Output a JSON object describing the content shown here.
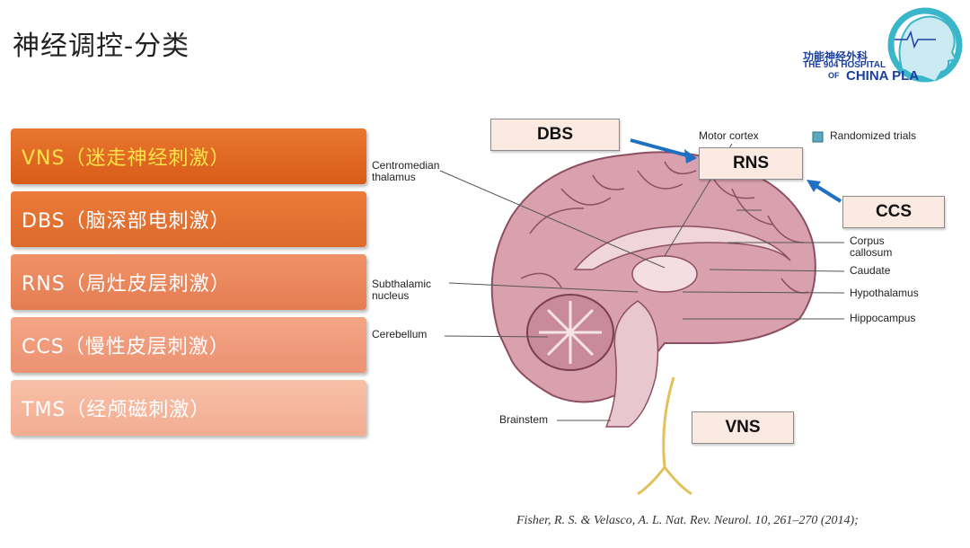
{
  "slide": {
    "title": "神经调控-分类"
  },
  "logo": {
    "cn": "功能神经外科",
    "line1": "THE 904 HOSPITAL",
    "of": "OF",
    "line2": "CHINA PLA"
  },
  "menu": {
    "items": [
      {
        "label": "VNS（迷走神经刺激）"
      },
      {
        "label": "DBS（脑深部电刺激）"
      },
      {
        "label": "RNS（局灶皮层刺激）"
      },
      {
        "label": "CCS（慢性皮层刺激）"
      },
      {
        "label": "TMS（经颅磁刺激）"
      }
    ]
  },
  "diagram": {
    "tags": {
      "dbs": "DBS",
      "rns": "RNS",
      "ccs": "CCS",
      "vns": "VNS"
    },
    "legend": "Randomized trials",
    "labels": {
      "motor_cortex": "Motor cortex",
      "centromedian_1": "Centromedian",
      "centromedian_2": "thalamus",
      "corpus_1": "Corpus",
      "corpus_2": "callosum",
      "caudate": "Caudate",
      "subthalamic_1": "Subthalamic",
      "subthalamic_2": "nucleus",
      "hypothalamus": "Hypothalamus",
      "hippocampus": "Hippocampus",
      "cerebellum": "Cerebellum",
      "brainstem": "Brainstem"
    },
    "colors": {
      "arrow": "#1f6fc2",
      "brain": "#c98a9b",
      "brain_dark": "#a86478",
      "nerve": "#e2c15a"
    }
  },
  "citation": "Fisher, R. S. & Velasco, A. L. Nat. Rev. Neurol. 10, 261–270 (2014);"
}
